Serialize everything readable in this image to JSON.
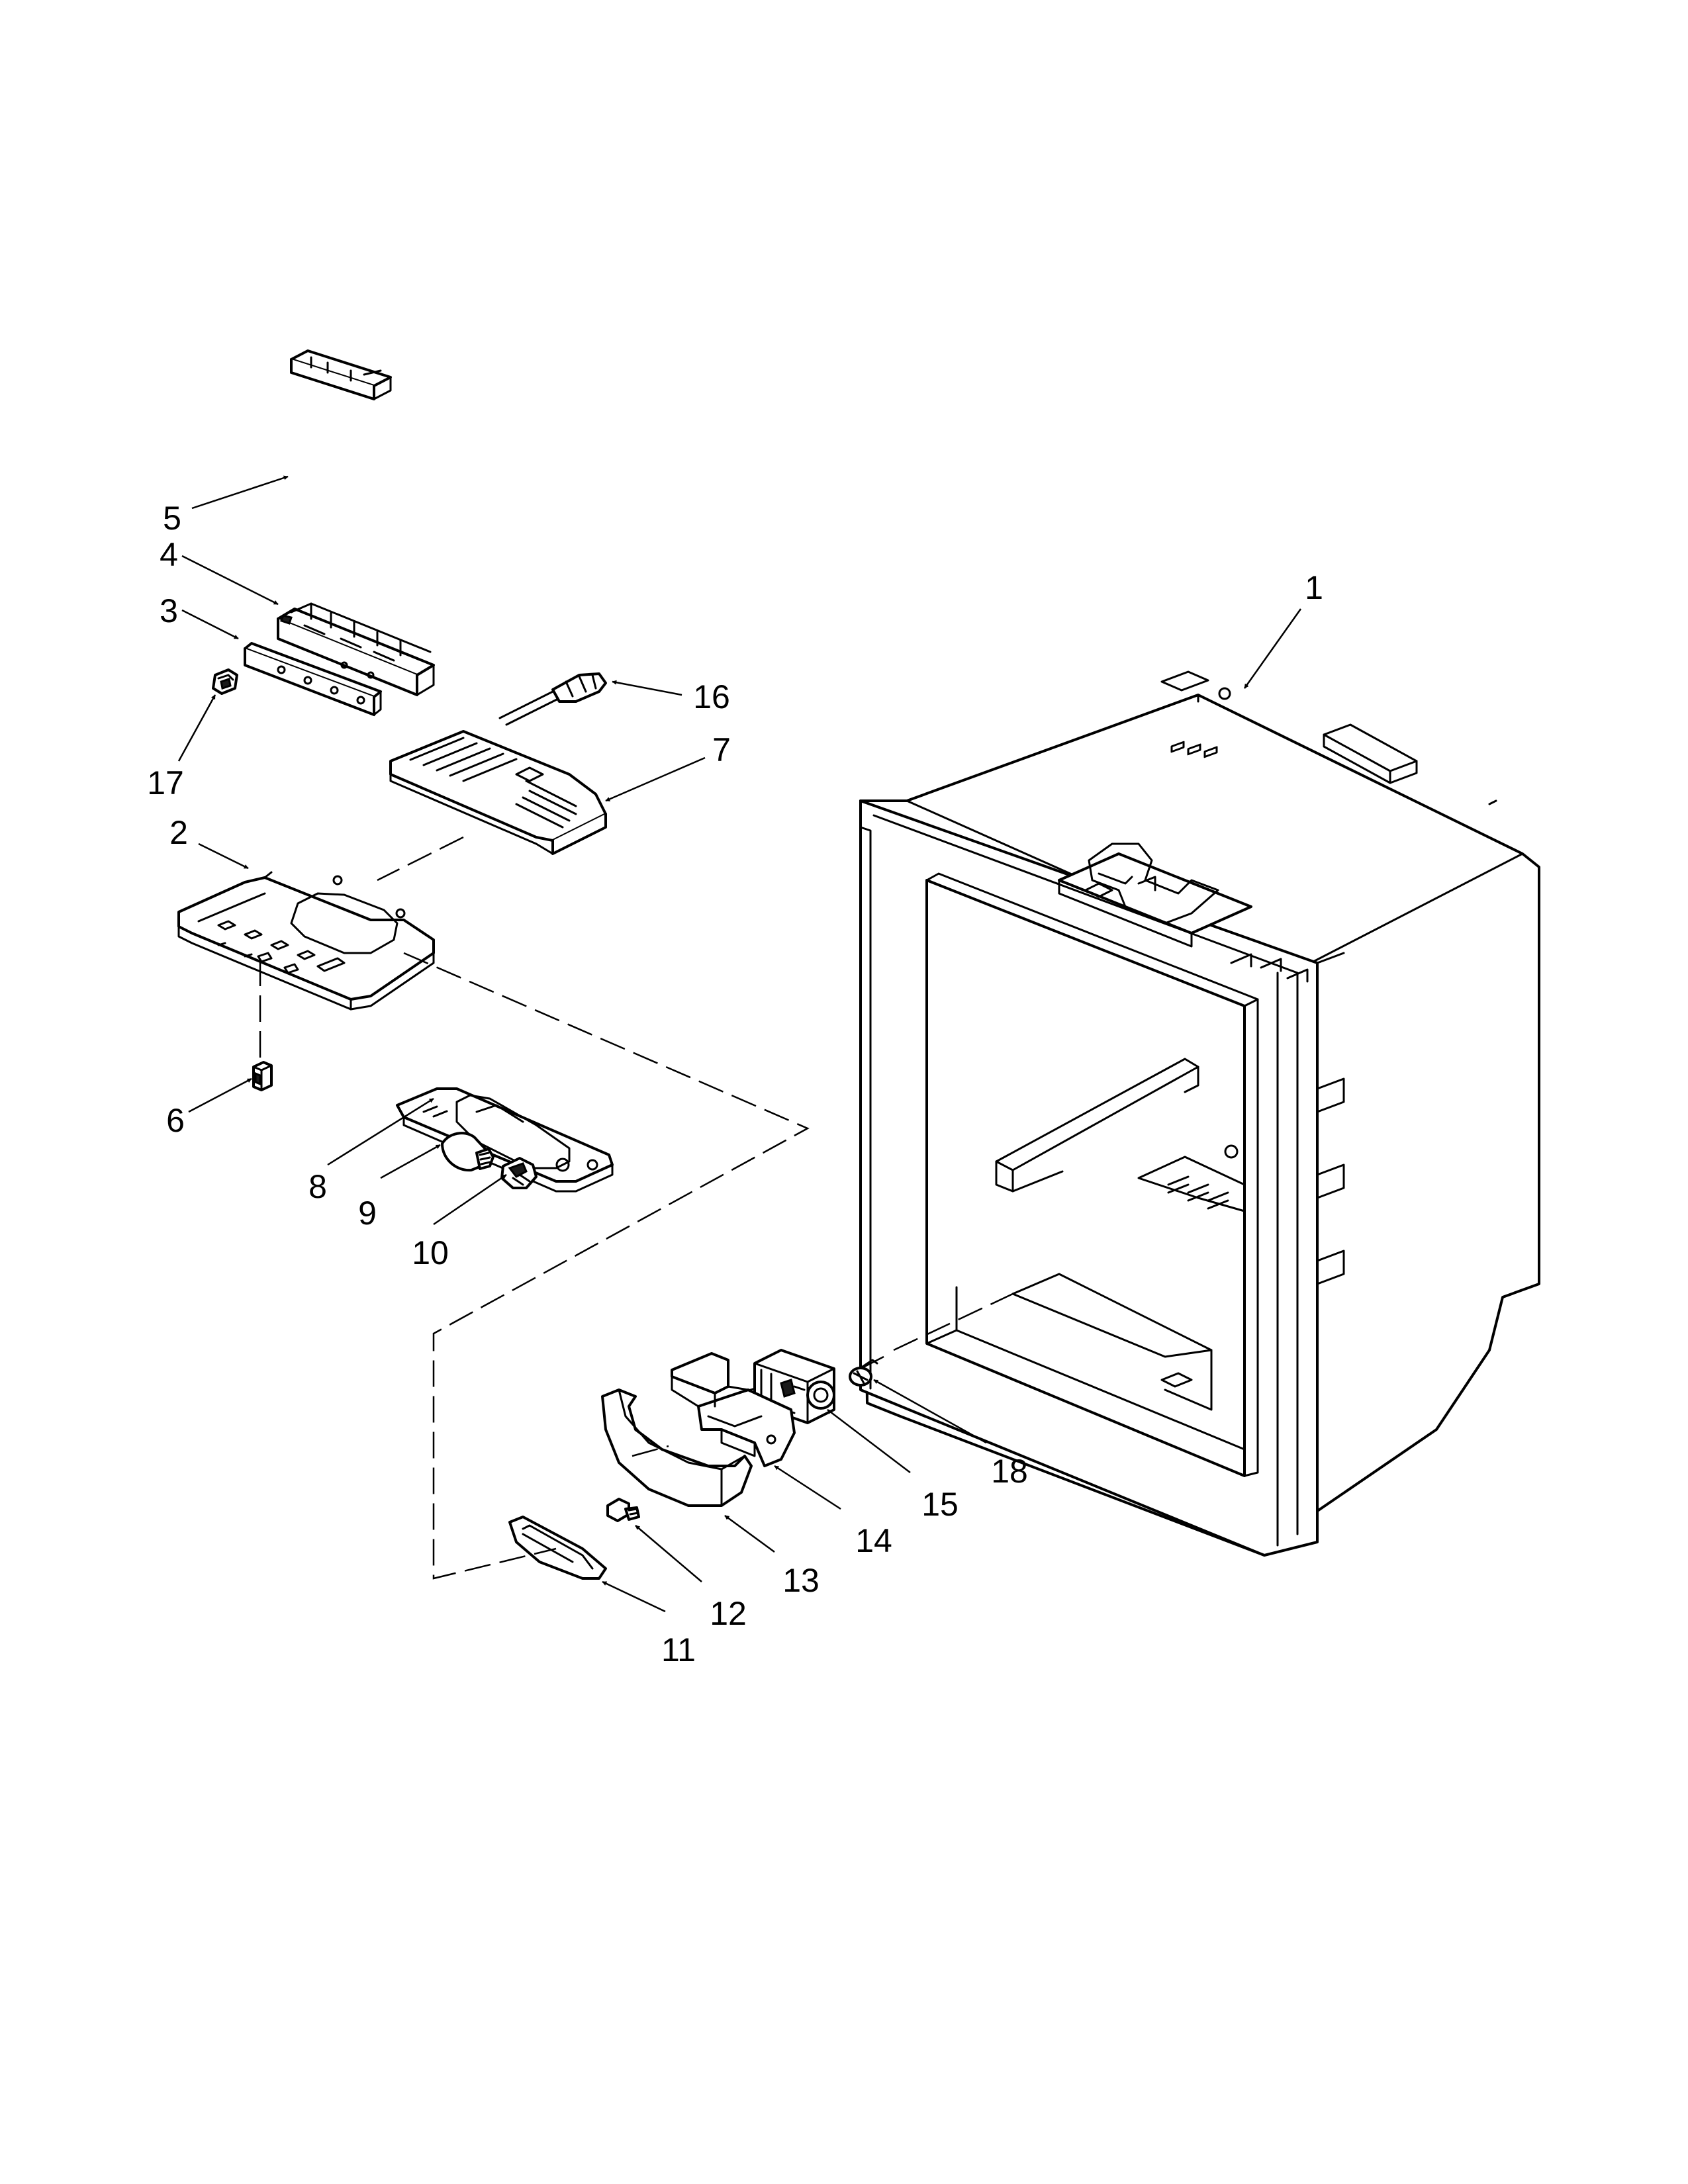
{
  "callouts": [
    {
      "id": "1",
      "label": "1"
    },
    {
      "id": "2",
      "label": "2"
    },
    {
      "id": "3",
      "label": "3"
    },
    {
      "id": "4",
      "label": "4"
    },
    {
      "id": "5",
      "label": "5"
    },
    {
      "id": "6",
      "label": "6"
    },
    {
      "id": "7",
      "label": "7"
    },
    {
      "id": "8",
      "label": "8"
    },
    {
      "id": "9",
      "label": "9"
    },
    {
      "id": "10",
      "label": "10"
    },
    {
      "id": "11",
      "label": "11"
    },
    {
      "id": "12",
      "label": "12"
    },
    {
      "id": "13",
      "label": "13"
    },
    {
      "id": "14",
      "label": "14"
    },
    {
      "id": "15",
      "label": "15"
    },
    {
      "id": "16",
      "label": "16"
    },
    {
      "id": "17",
      "label": "17"
    },
    {
      "id": "18",
      "label": "18"
    }
  ],
  "colors": {
    "line": "#000000",
    "background": "#ffffff"
  }
}
